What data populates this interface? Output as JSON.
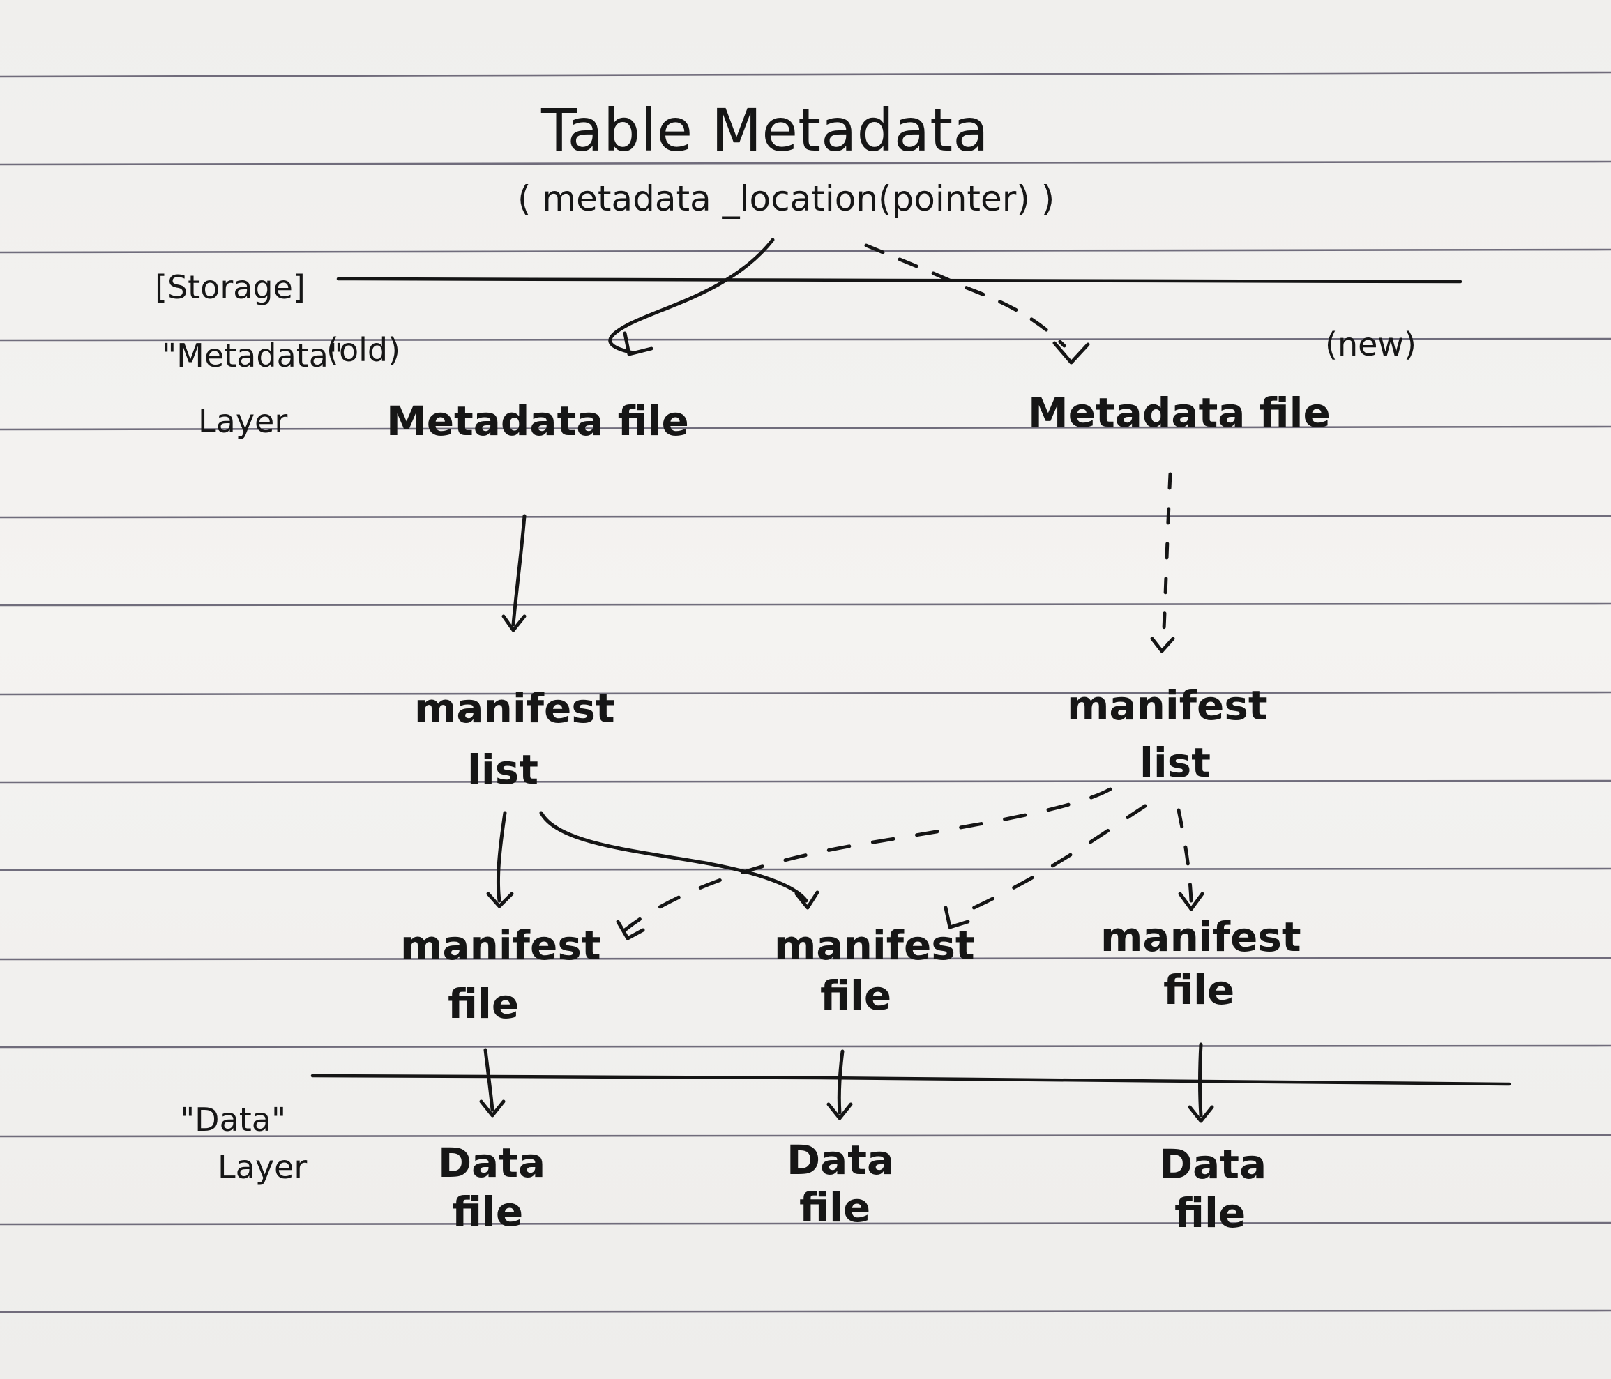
{
  "title": "Table Metadata",
  "subtitle": "( metadata _location(pointer) )",
  "storage_label": "[Storage]",
  "metadata_layer": {
    "label_line1": "\"Metadata\"",
    "label_line2": "Layer",
    "old_tag": "(old)",
    "new_tag": "(new)"
  },
  "data_layer": {
    "label_line1": "\"Data\"",
    "label_line2": "Layer"
  },
  "nodes": {
    "metadata_file_old": "Metadata file",
    "metadata_file_new": "Metadata file",
    "manifest_list_old": {
      "line1": "manifest",
      "line2": "list"
    },
    "manifest_list_new": {
      "line1": "manifest",
      "line2": "list"
    },
    "manifest_file_1": {
      "line1": "manifest",
      "line2": "file"
    },
    "manifest_file_2": {
      "line1": "manifest",
      "line2": "file"
    },
    "manifest_file_3": {
      "line1": "manifest",
      "line2": "file"
    },
    "data_file_1": {
      "line1": "Data",
      "line2": "file"
    },
    "data_file_2": {
      "line1": "Data",
      "line2": "file"
    },
    "data_file_3": {
      "line1": "Data",
      "line2": "file"
    }
  },
  "colors": {
    "ink": "#151515",
    "rule": "#5a5668",
    "paper": "#f2f1ef"
  }
}
